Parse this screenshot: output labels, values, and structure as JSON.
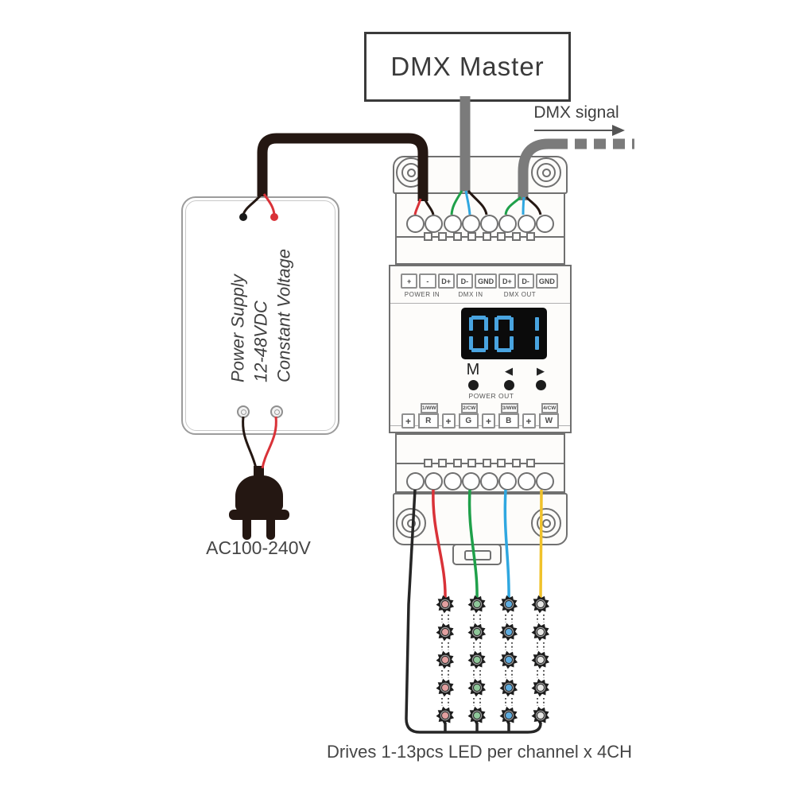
{
  "dmx_master": {
    "label": "DMX Master"
  },
  "dmx_signal": {
    "label": "DMX signal"
  },
  "power_supply": {
    "lines": [
      "Power Supply",
      "12-48VDC",
      "Constant Voltage"
    ],
    "ac_label": "AC100-240V"
  },
  "decoder": {
    "display_value": "001",
    "buttons": [
      {
        "label": "M"
      },
      {
        "label": "◀"
      },
      {
        "label": "▶"
      }
    ],
    "input_terminals": [
      "+",
      "-",
      "D+",
      "D-",
      "GND",
      "D+",
      "D-",
      "GND"
    ],
    "input_groups": [
      "POWER IN",
      "DMX IN",
      "DMX OUT"
    ],
    "power_out_label": "POWER OUT",
    "output_channels": [
      {
        "plus": "+",
        "tab": "1/WW",
        "letter": "R"
      },
      {
        "plus": "+",
        "tab": "2/CW",
        "letter": "G"
      },
      {
        "plus": "+",
        "tab": "3/WW",
        "letter": "B"
      },
      {
        "plus": "+",
        "tab": "4/CW",
        "letter": "W"
      }
    ],
    "terminal_count_per_row": 8
  },
  "leds": {
    "rows": 5,
    "columns": [
      {
        "name": "channel-R",
        "wire": "#d93238",
        "center": "#e2a0a0"
      },
      {
        "name": "channel-G",
        "wire": "#1fa04a",
        "center": "#8fc79a"
      },
      {
        "name": "channel-B",
        "wire": "#2fa7e0",
        "center": "#5fade0"
      },
      {
        "name": "channel-W",
        "wire": "#f0c22a",
        "center": "#e6e6e4"
      }
    ],
    "note": "Drives 1-13pcs LED per channel x 4CH"
  },
  "colors": {
    "cable_black": "#241712",
    "cable_gray": "#7b7b7b",
    "wire_red": "#d93238",
    "wire_green": "#1fa04a",
    "wire_blue": "#2fa7e0",
    "wire_yellow": "#f0c22a",
    "display_bg": "#0b0b0b",
    "display_digits": "#49a4e0",
    "outline_gray": "#707070"
  }
}
